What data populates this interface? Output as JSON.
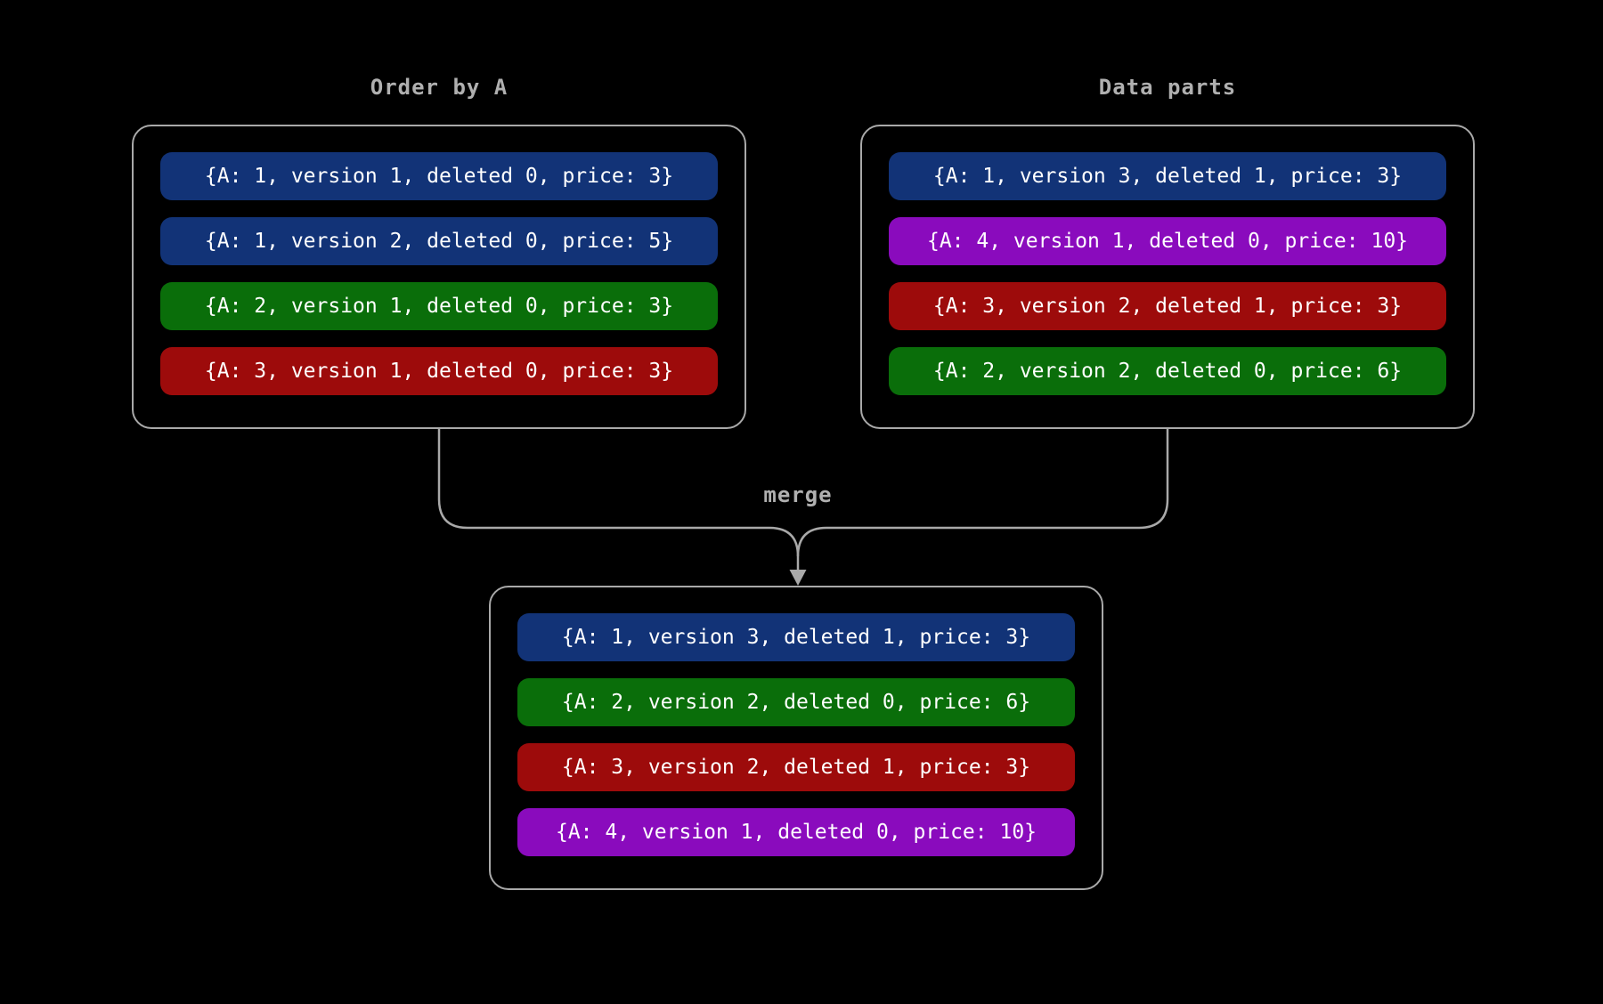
{
  "colors": {
    "background": "#000000",
    "box_border": "#a9a9a9",
    "arrow": "#a9a9a9",
    "title_text": "#b0b0b0",
    "row_text": "#ffffff",
    "blue": "#123377",
    "green": "#0a6e0a",
    "red": "#9d0b0b",
    "purple": "#8a0bbd"
  },
  "left_box": {
    "title": "Order by A",
    "rows": [
      {
        "text": "{A: 1, version 1, deleted 0, price: 3}",
        "color": "blue"
      },
      {
        "text": "{A: 1, version 2, deleted 0, price: 5}",
        "color": "blue"
      },
      {
        "text": "{A: 2, version 1, deleted 0, price: 3}",
        "color": "green"
      },
      {
        "text": "{A: 3, version 1, deleted 0, price: 3}",
        "color": "red"
      }
    ]
  },
  "right_box": {
    "title": "Data parts",
    "rows": [
      {
        "text": "{A: 1, version 3, deleted 1, price: 3}",
        "color": "blue"
      },
      {
        "text": "{A: 4, version 1, deleted 0, price: 10}",
        "color": "purple"
      },
      {
        "text": "{A: 3, version 2, deleted 1, price: 3}",
        "color": "red"
      },
      {
        "text": "{A: 2, version 2, deleted 0, price: 6}",
        "color": "green"
      }
    ]
  },
  "merge": {
    "label": "merge"
  },
  "merged_box": {
    "rows": [
      {
        "text": "{A: 1, version 3, deleted 1, price: 3}",
        "color": "blue"
      },
      {
        "text": "{A: 2, version 2, deleted 0, price: 6}",
        "color": "green"
      },
      {
        "text": "{A: 3, version 2, deleted 1, price: 3}",
        "color": "red"
      },
      {
        "text": "{A: 4, version 1, deleted 0, price: 10}",
        "color": "purple"
      }
    ]
  }
}
